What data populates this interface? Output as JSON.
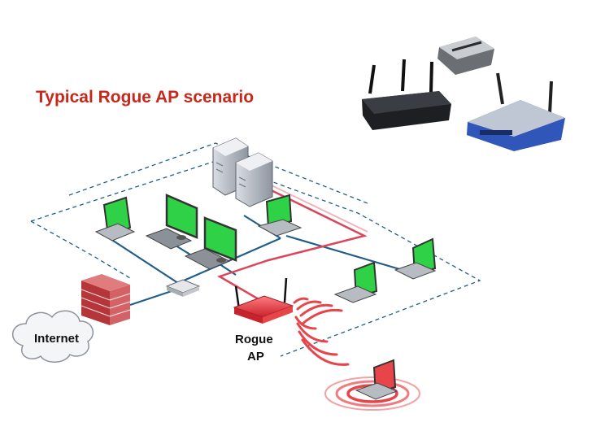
{
  "slide": {
    "title": "Typical Rogue AP scenario"
  },
  "diagram": {
    "internet_label": "Internet",
    "rogue_label_line1": "Rogue",
    "rogue_label_line2": "AP"
  },
  "colors": {
    "title": "#c8271c",
    "screen": "#2fd246",
    "rogue": "#e8454a",
    "lan_cable": "#1f5d8a",
    "dashed": "#1f5d8a",
    "rogue_link": "#d9485a",
    "brick": "#b5363a"
  },
  "icons": [
    "server-icon",
    "desktop-icon",
    "laptop-icon",
    "switch-icon",
    "firewall-icon",
    "cloud-icon",
    "router-icon",
    "wifi-waves-icon"
  ]
}
